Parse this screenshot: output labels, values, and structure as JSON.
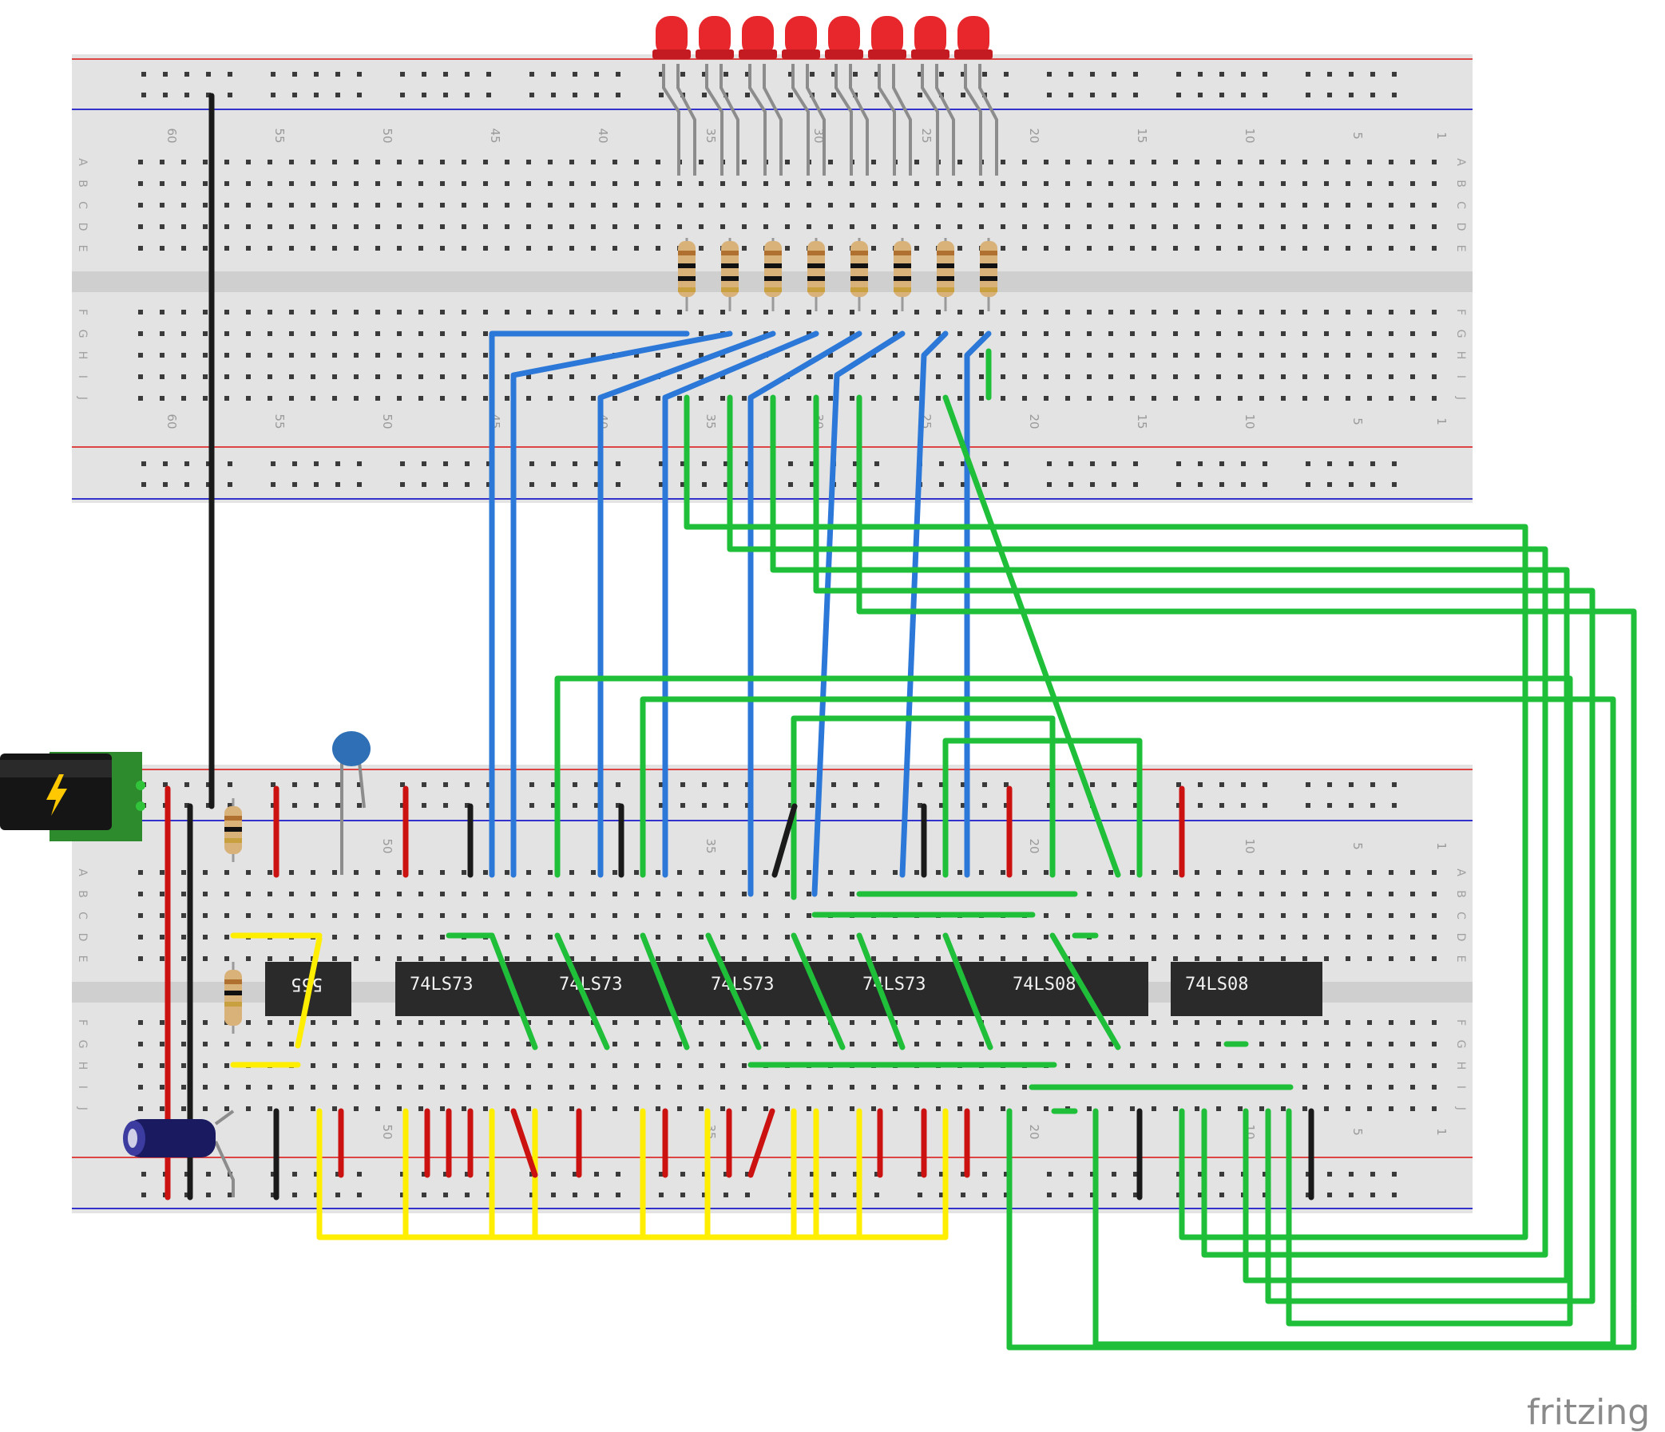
{
  "brand": "fritzing",
  "breadboards": [
    {
      "id": "top",
      "column_labels": [
        "60",
        "55",
        "50",
        "45",
        "40",
        "35",
        "30",
        "25",
        "20",
        "15",
        "10",
        "5",
        "1"
      ],
      "row_labels_upper": [
        "A",
        "B",
        "C",
        "D",
        "E"
      ],
      "row_labels_lower": [
        "F",
        "G",
        "H",
        "I",
        "J"
      ]
    },
    {
      "id": "bottom",
      "column_labels": [
        "50",
        "35",
        "20",
        "10",
        "5",
        "1"
      ],
      "row_labels_upper": [
        "A",
        "B",
        "C",
        "D",
        "E"
      ],
      "row_labels_lower": [
        "F",
        "G",
        "H",
        "I",
        "J"
      ]
    }
  ],
  "chips": [
    {
      "label": "555"
    },
    {
      "label": "74LS73"
    },
    {
      "label": "74LS73"
    },
    {
      "label": "74LS73"
    },
    {
      "label": "74LS73"
    },
    {
      "label": "74LS08"
    },
    {
      "label": "74LS08"
    }
  ],
  "components": {
    "leds": {
      "count": 8,
      "color": "#e8272d"
    },
    "resistors": {
      "count": 10
    },
    "ceramic_capacitor": {
      "color": "#2f6fb5"
    },
    "electrolytic_capacitor": {
      "color": "#1a1a60"
    },
    "power_jack": {
      "icon": "lightning-icon"
    }
  },
  "wire_colors": {
    "blue": "#2b78d8",
    "green": "#1fbf3a",
    "yellow": "#ffee00",
    "red": "#cc1111",
    "black": "#1a1a1a",
    "gray": "#8c8c8c"
  }
}
